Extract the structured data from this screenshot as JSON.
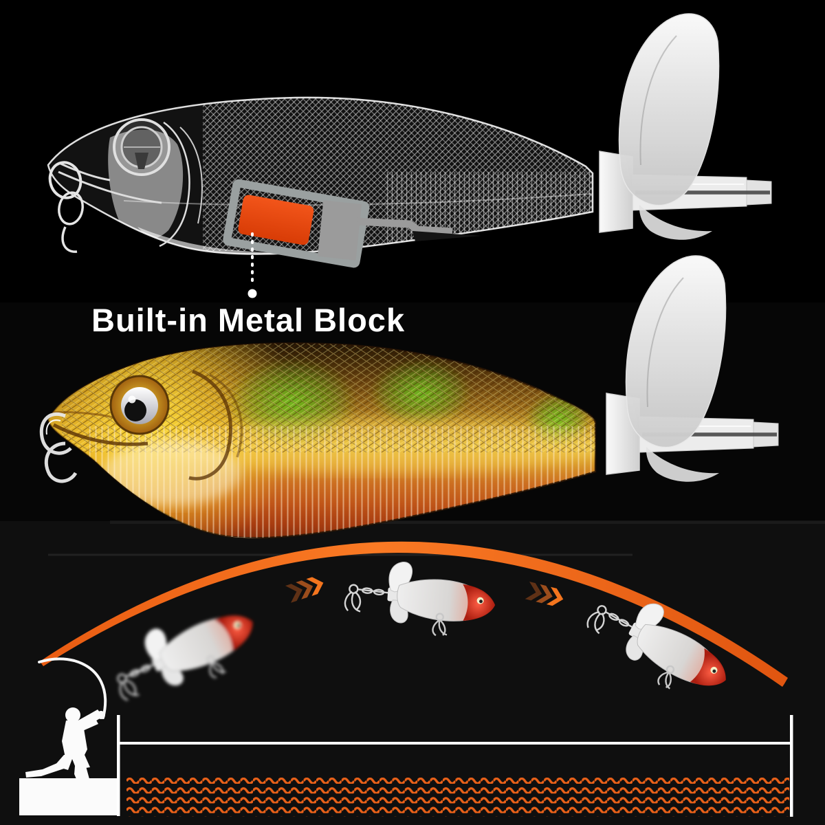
{
  "title": "Topwater fishing lure infographic",
  "annotation": {
    "label": "Built-in Metal Block"
  },
  "colors": {
    "background": "#000000",
    "bottom_section_background": "#0f0f0f",
    "accent_orange": "#f1661a",
    "metal_block_orange": "#e8480c",
    "bracket_gray": "#9b9b9b",
    "wave_orange": "#ea6119",
    "chevron_dark": "#5f3116",
    "chevron_mid": "#9c4d1c",
    "chevron_bright": "#f4751e",
    "white": "#ffffff",
    "lure_gold": "#e3bc3a",
    "lure_green": "#5fae1e",
    "lure_belly_orange": "#c05518",
    "fish_head_red": "#d84028"
  },
  "figures": {
    "top_lure": "transparent-lure-xray-view",
    "middle_lure": "gold-orange-colored-lure",
    "bottom_scene": "casting-trajectory-scene",
    "trajectory_fish_count": 3,
    "chevron_groups": 2,
    "wave_rows": 4
  }
}
